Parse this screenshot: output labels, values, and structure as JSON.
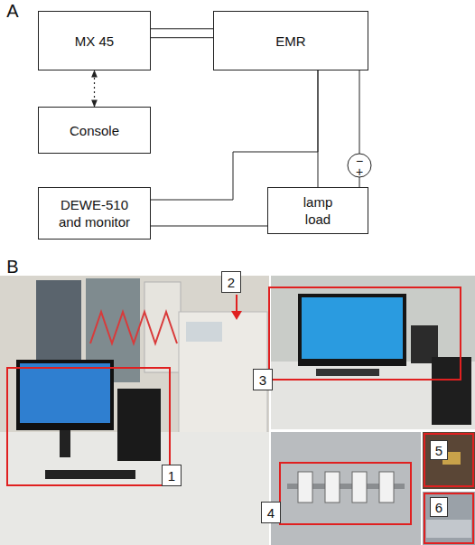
{
  "diagram": {
    "nodes": [
      {
        "text": [
          "MX 45"
        ]
      },
      {
        "text": [
          "EMR"
        ]
      },
      {
        "text": [
          "Console"
        ]
      },
      {
        "text": [
          "DEWE-510 and monitor"
        ]
      },
      {
        "text": [
          "lamp load"
        ]
      }
    ],
    "edges": [
      {
        "from": 0,
        "to": 1,
        "arrow": "none"
      },
      {
        "from": 0,
        "to": 1,
        "arrow": "none"
      },
      {
        "from": 2,
        "to": 0,
        "arrow": "both"
      },
      {
        "from": 1,
        "to": 4,
        "arrow": "none"
      },
      {
        "from": 1,
        "to": 4,
        "arrow": "none"
      },
      {
        "from": 3,
        "to": 1,
        "arrow": "none"
      },
      {
        "from": 3,
        "to": 4,
        "arrow": "none"
      }
    ],
    "labels": [
      "A",
      "−",
      "+",
      "B",
      "1",
      "2",
      "3",
      "4",
      "5",
      "6"
    ]
  }
}
